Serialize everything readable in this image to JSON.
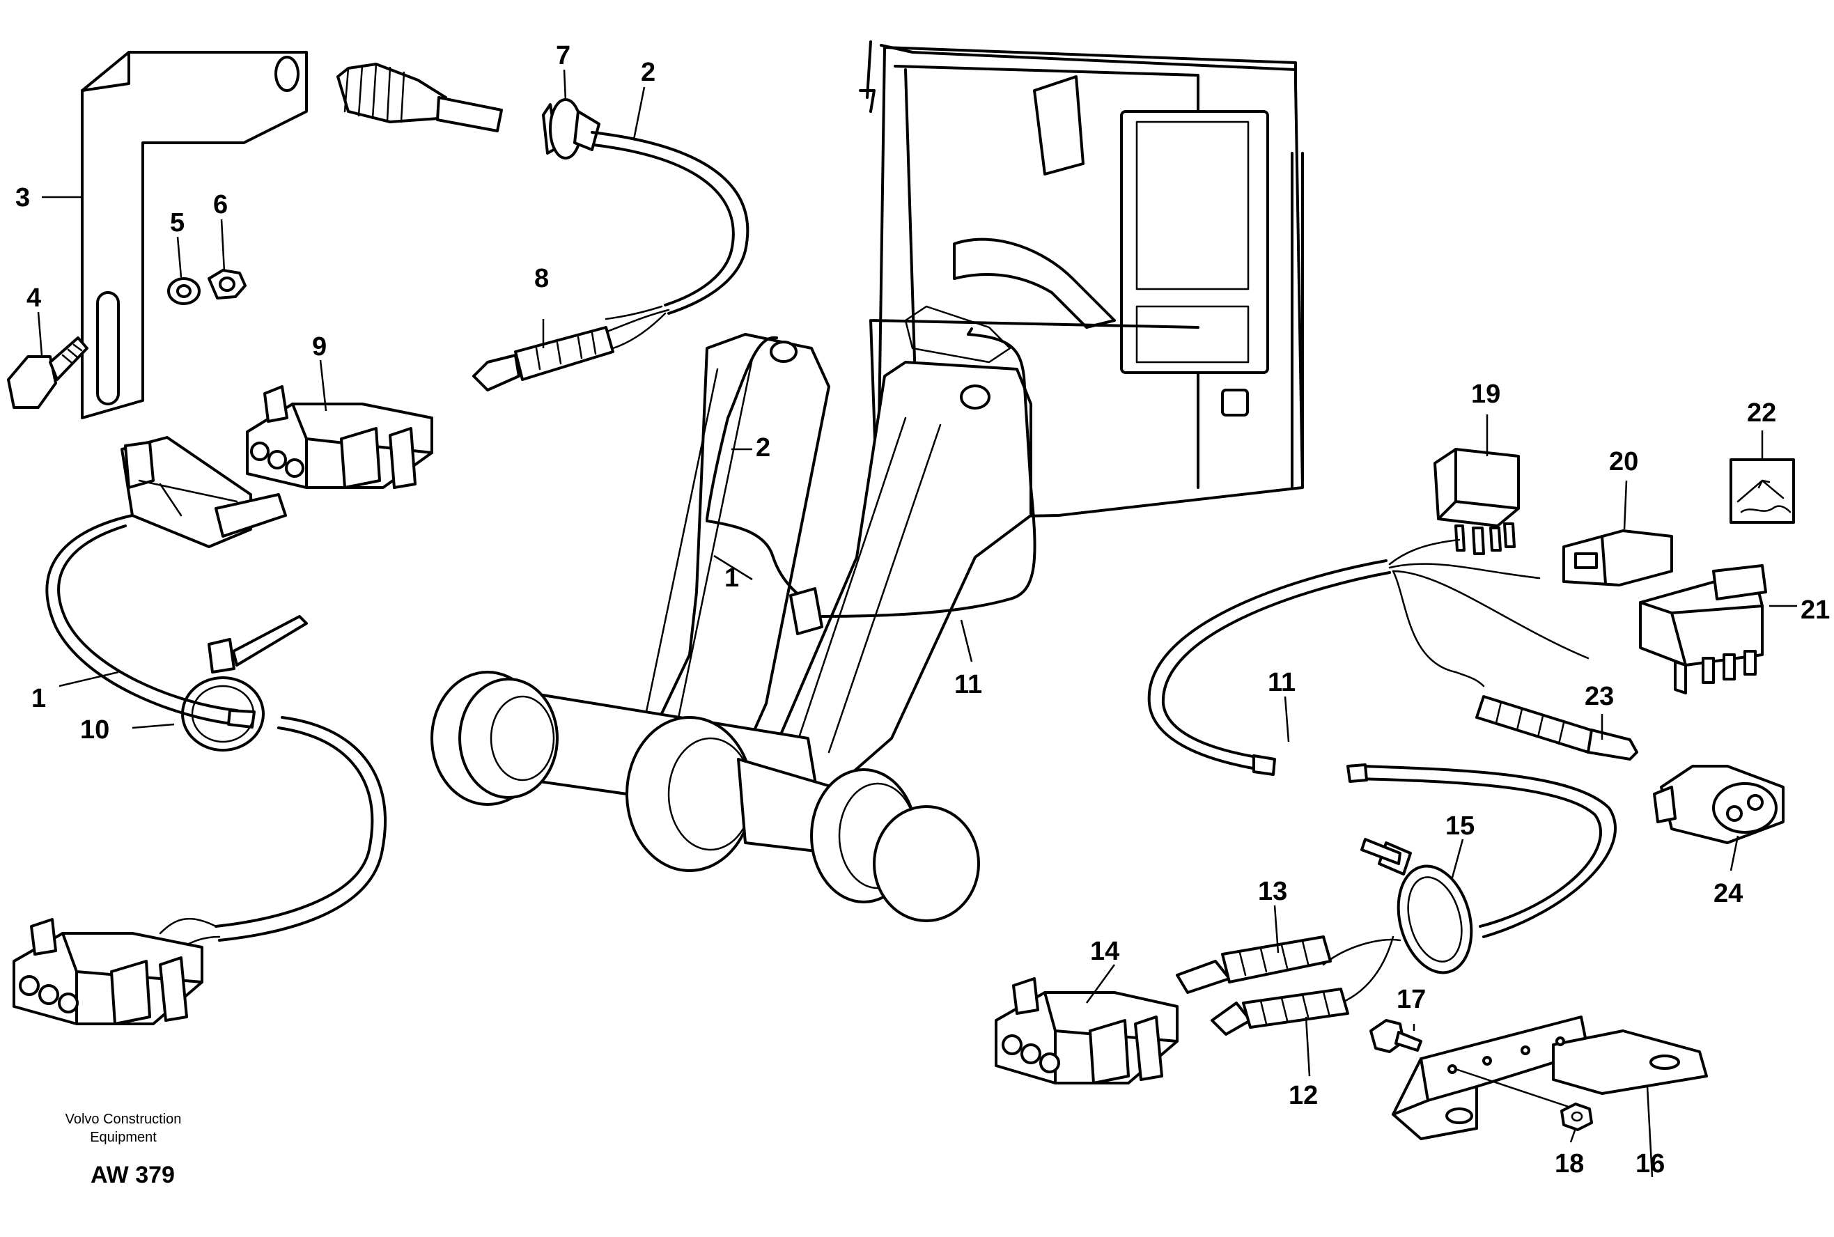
{
  "footer": {
    "brand_line1": "Volvo Construction",
    "brand_line2": "Equipment",
    "code": "AW 379"
  },
  "callouts": {
    "c1a": "1",
    "c1b": "1",
    "c2a": "2",
    "c2b": "2",
    "c3": "3",
    "c4": "4",
    "c5": "5",
    "c6": "6",
    "c7": "7",
    "c8": "8",
    "c9": "9",
    "c10": "10",
    "c11a": "11",
    "c11b": "11",
    "c12": "12",
    "c13": "13",
    "c14": "14",
    "c15": "15",
    "c16": "16",
    "c17": "17",
    "c18": "18",
    "c19": "19",
    "c20": "20",
    "c21": "21",
    "c22": "22",
    "c23": "23",
    "c24": "24"
  }
}
